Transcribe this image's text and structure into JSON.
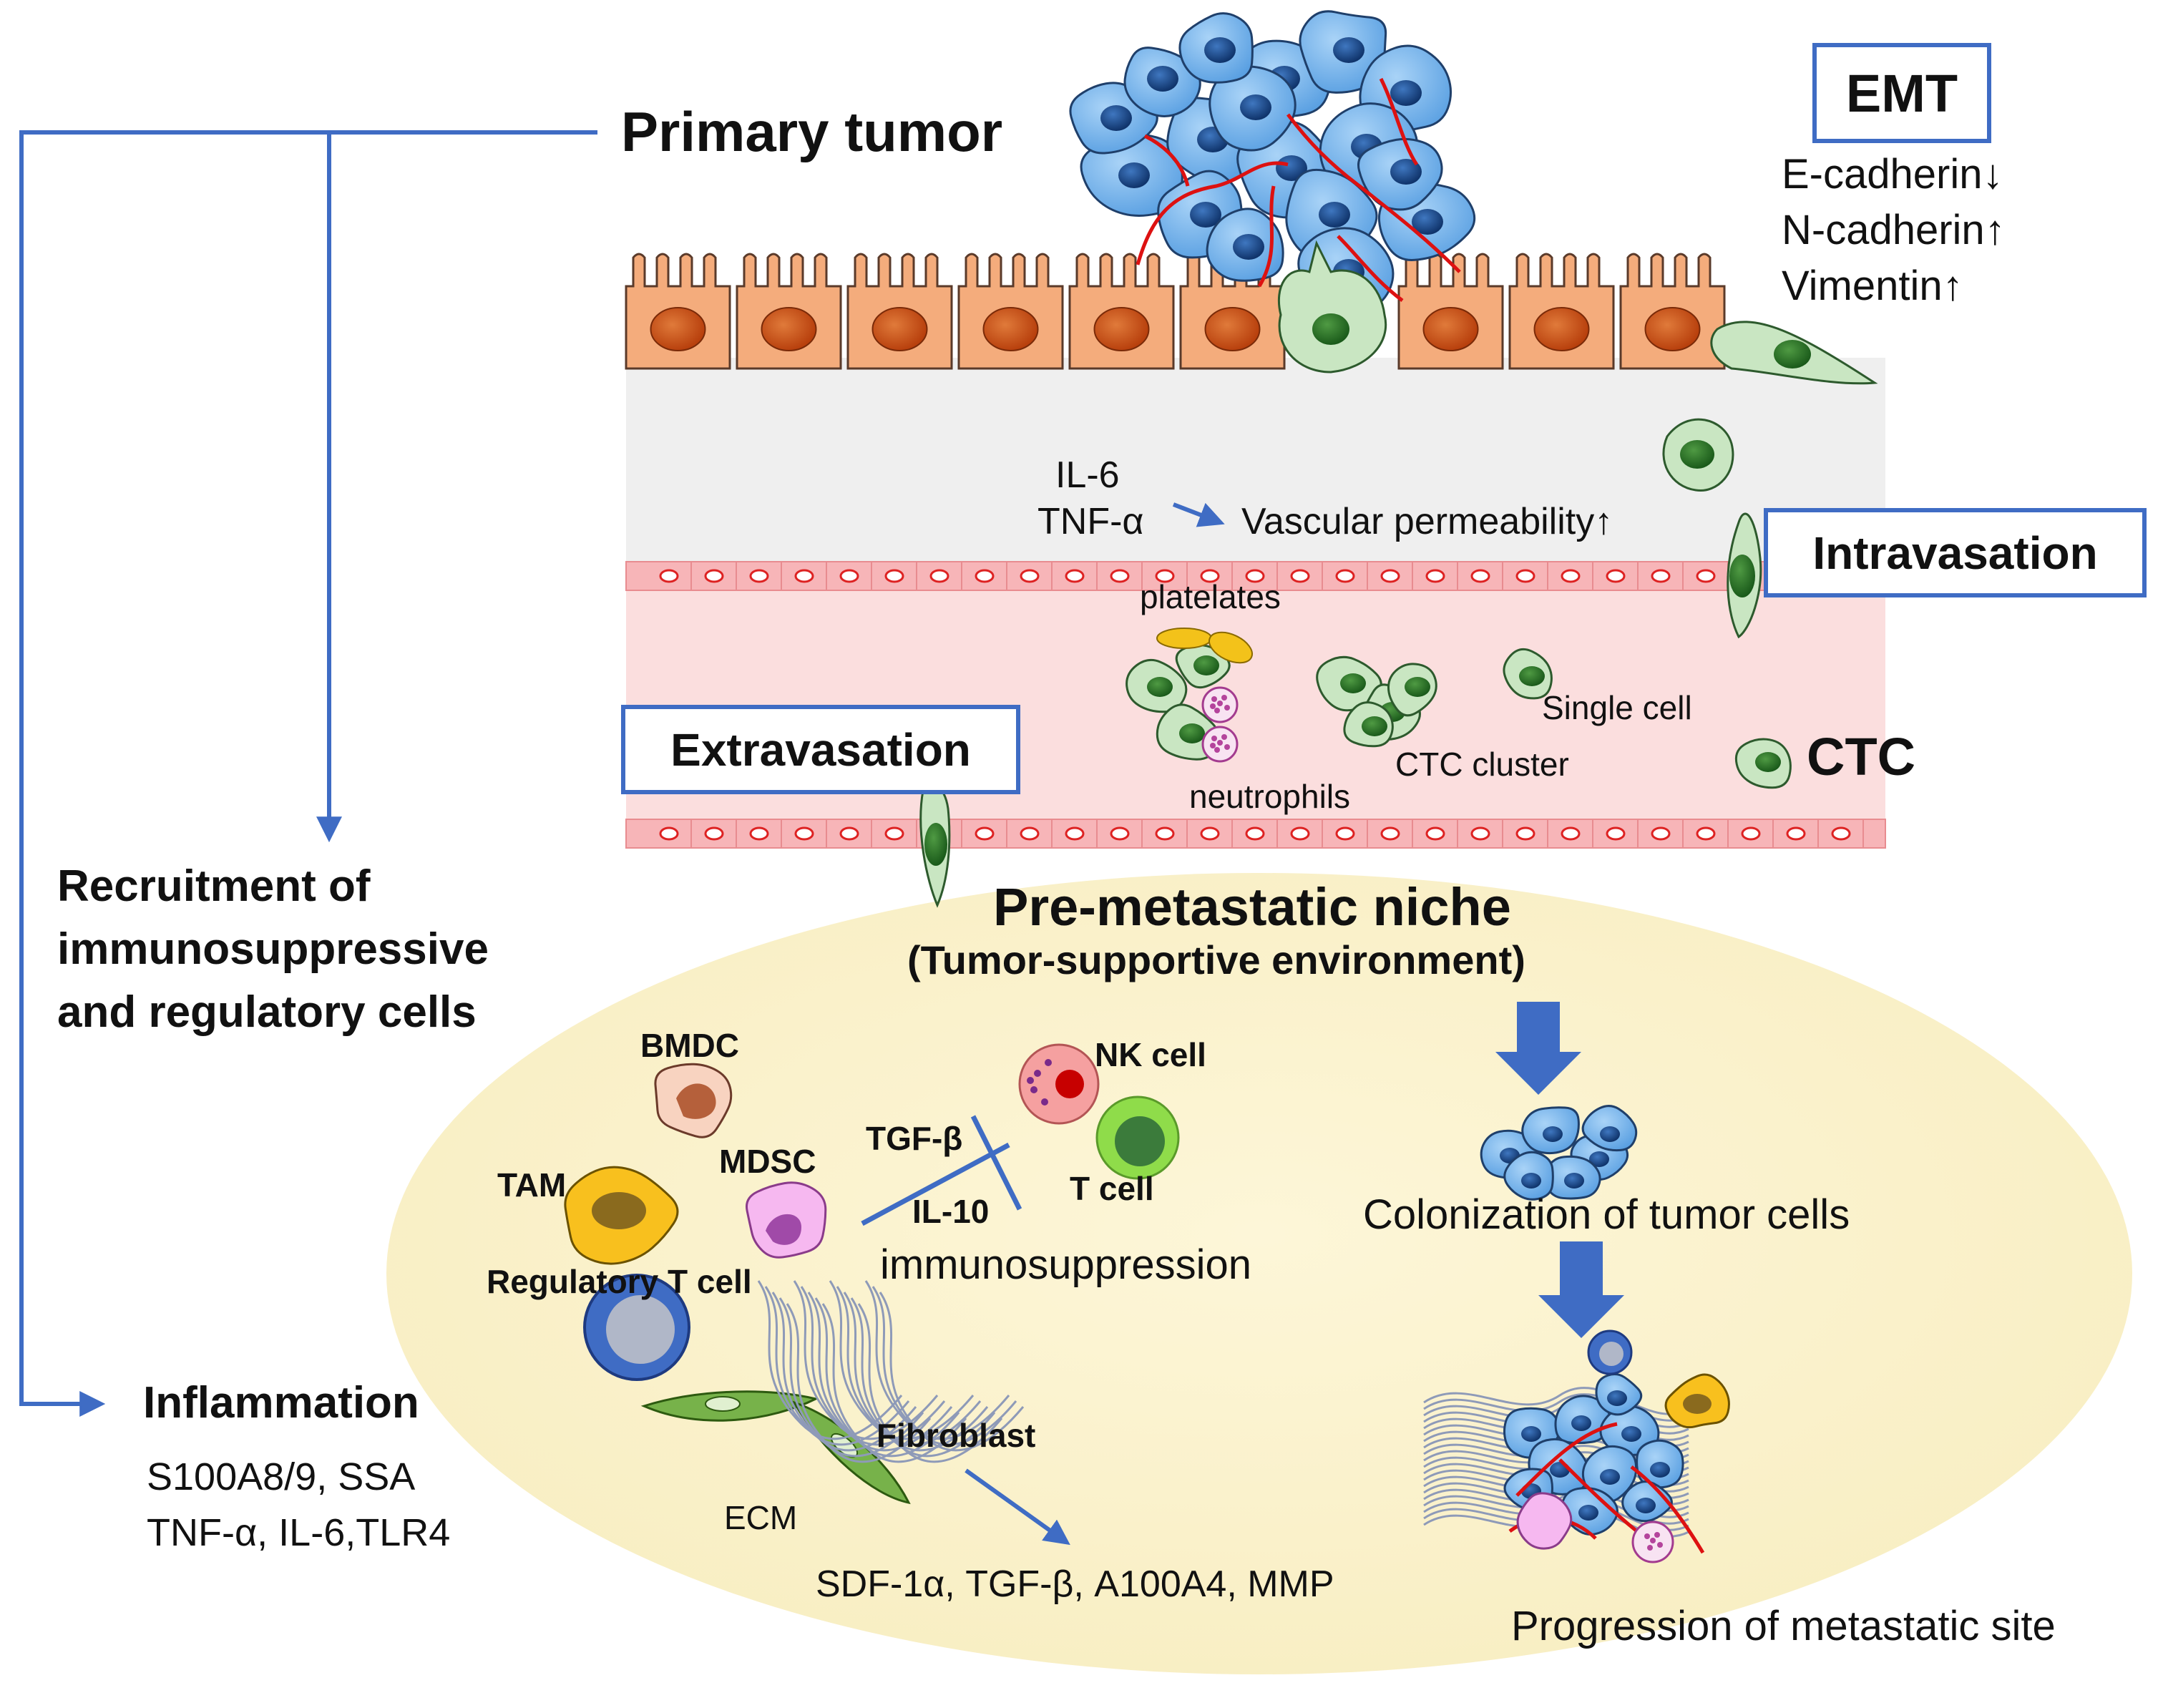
{
  "labels": {
    "primary_tumor": "Primary tumor",
    "emt": "EMT",
    "emt_markers": [
      "E-cadherin↓",
      "N-cadherin↑",
      "Vimentin↑"
    ],
    "cytokines_vessel": [
      "IL-6",
      "TNF-α"
    ],
    "vascular_permeability": "Vascular permeability↑",
    "intravasation": "Intravasation",
    "platelates": "platelates",
    "single_cell": "Single cell",
    "ctc_cluster": "CTC cluster",
    "neutrophils": "neutrophils",
    "ctc": "CTC",
    "extravasation": "Extravasation",
    "pre_metastatic_niche": "Pre-metastatic niche",
    "tumor_supportive": "(Tumor-supportive environment)",
    "recruitment": [
      "Recruitment of",
      "immunosuppressive",
      "and regulatory cells"
    ],
    "bmdc": "BMDC",
    "nk_cell": "NK cell",
    "tam": "TAM",
    "mdsc": "MDSC",
    "tgf_beta": "TGF-β",
    "t_cell": "T cell",
    "il10": "IL-10",
    "immunosuppression": "immunosuppression",
    "regulatory_t_cell": "Regulatory T cell",
    "colonization": "Colonization of tumor cells",
    "inflammation": "Inflammation",
    "inflammation_factors": [
      "S100A8/9, SSA",
      "TNF-α, IL-6,TLR4"
    ],
    "fibroblast": "Fibroblast",
    "ecm": "ECM",
    "fibroblast_factors": "SDF-1α, TGF-β, A100A4, MMP",
    "progression": "Progression of metastatic site"
  },
  "colors": {
    "arrow_blue": "#3f6cc4",
    "epithelial": "#f4ac7c",
    "epithelial_nucleus": "#d45a1e",
    "tumor_cell": "#79b6ec",
    "tumor_nucleus": "#1b4c8c",
    "ctc_cell": "#c9e6c2",
    "ctc_nucleus": "#2f7a2f",
    "stroma": "#efefef",
    "vessel": "#fbdede",
    "endothelium": "#f7b5b8",
    "niche": "#fbf3d2",
    "vessel_red": "#dd1111"
  }
}
